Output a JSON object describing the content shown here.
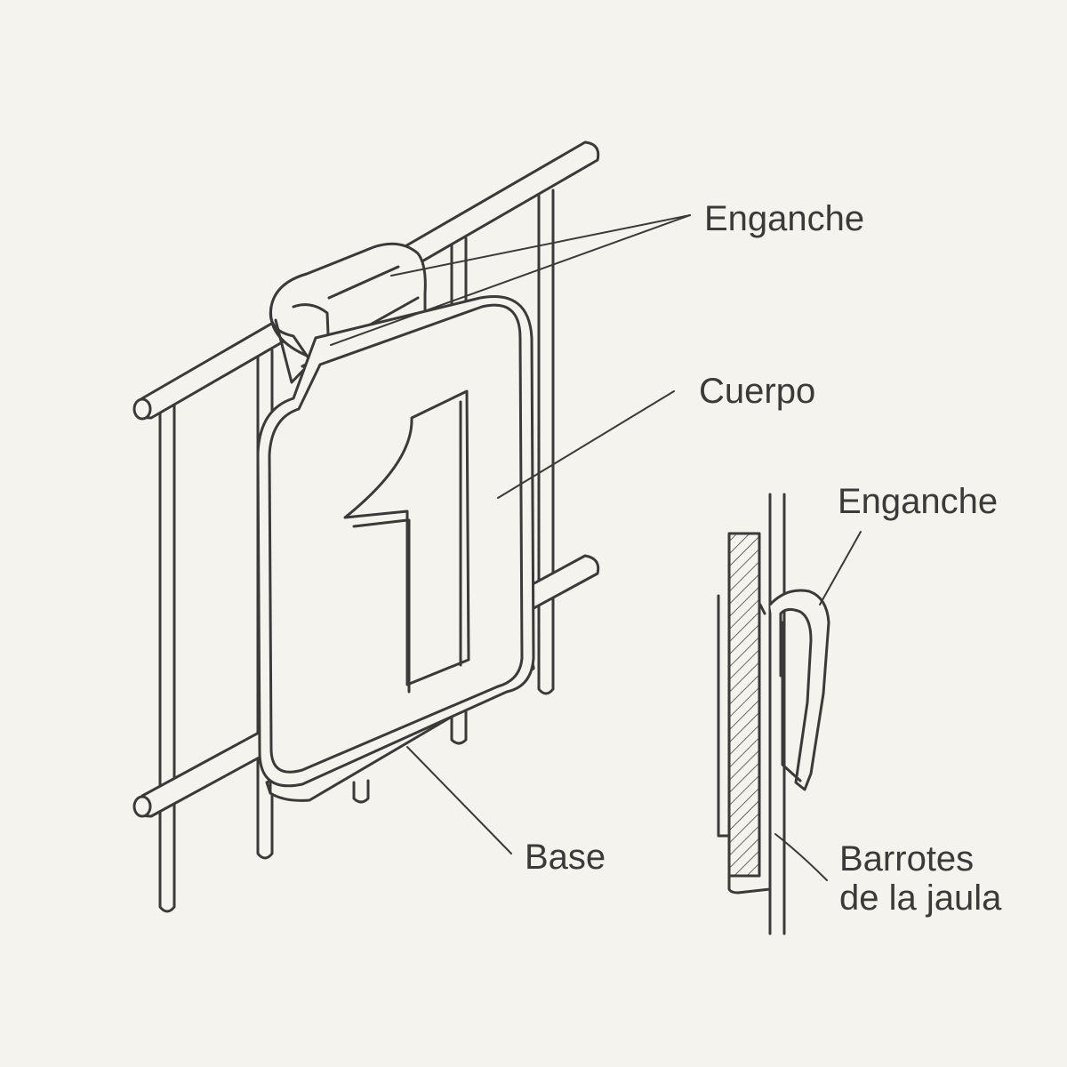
{
  "labels": {
    "hook_main": "Enganche",
    "body": "Cuerpo",
    "hook_side": "Enganche",
    "base": "Base",
    "bars_line1": "Barrotes",
    "bars_line2": "de la jaula"
  },
  "plaque": {
    "number": "1"
  },
  "colors": {
    "background": "#f4f3ee",
    "line": "#3a3a38",
    "fill": "#f4f3ee"
  }
}
